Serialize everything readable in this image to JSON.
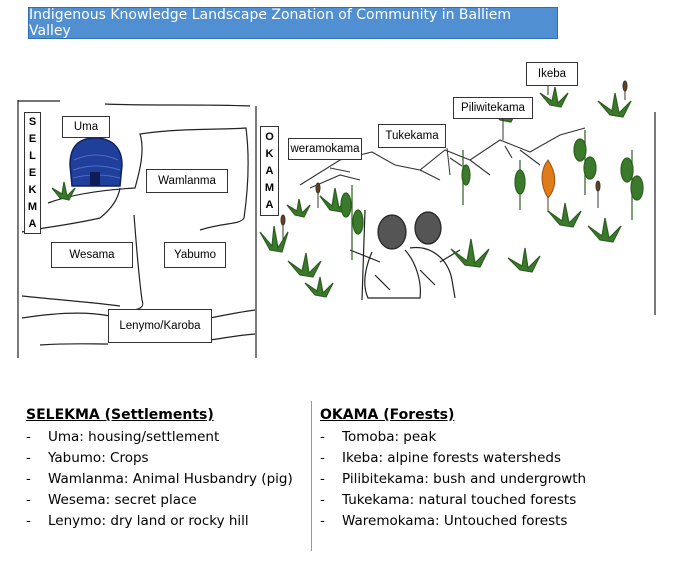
{
  "title": "Indigenous Knowledge Landscape Zonation of Community in Balliem Valley",
  "map": {
    "selekma_letters": [
      "S",
      "E",
      "L",
      "E",
      "K",
      "M",
      "A"
    ],
    "okama_letters": [
      "O",
      "K",
      "A",
      "M",
      "A"
    ],
    "labels": {
      "uma": "Uma",
      "wamlanma": "Wamlanma",
      "wesama": "Wesama",
      "yabumo": "Yabumo",
      "lenymo": "Lenymo/Karoba",
      "weramokama": "weramokama",
      "tukekama": "Tukekama",
      "piliwitekama": "Piliwitekama",
      "ikeba": "Ikeba"
    }
  },
  "legend": {
    "left": {
      "heading": "SELEKMA (Settlements)",
      "items": [
        "Uma: housing/settlement",
        "Yabumo: Crops",
        "Wamlanma: Animal Husbandry (pig)",
        "Wesema: secret place",
        "Lenymo: dry land or rocky hill"
      ]
    },
    "right": {
      "heading": "OKAMA (Forests)",
      "items": [
        "Tomoba: peak",
        "Ikeba: alpine forests watersheds",
        "Pilibitekama: bush and undergrowth",
        "Tukekama: natural touched forests",
        "Waremokama: Untouched forests"
      ]
    },
    "dash": "-"
  },
  "colors": {
    "title_bg": "#4f8fd2",
    "hut": "#1f3f9a",
    "plant": "#3a7a2a",
    "orange_plant": "#e07b1a"
  }
}
